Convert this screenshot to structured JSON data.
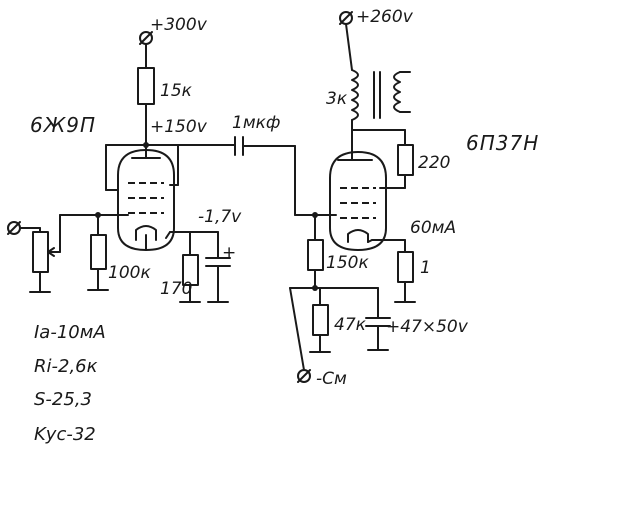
{
  "labels": {
    "supply_300": "+300v",
    "supply_260": "+260v",
    "r_15k": "15к",
    "node_150v": "+150v",
    "tube1": "6Ж9П",
    "tube2": "6П37Н",
    "cap_1mkf": "1мкф",
    "trans_3k": "3к",
    "r_220": "220",
    "v_minus17": "-1,7v",
    "r_100k": "100к",
    "r_170": "170",
    "current_60ma": "60мА",
    "r_1": "1",
    "r_150k": "150к",
    "r_47k": "47к",
    "cap_47x50": "+47×50v",
    "bias_input": "-См",
    "plus_sign": "+"
  },
  "params": [
    "Iа-10мА",
    "Ri-2,6к",
    "S-25,3",
    "Kус-32"
  ]
}
